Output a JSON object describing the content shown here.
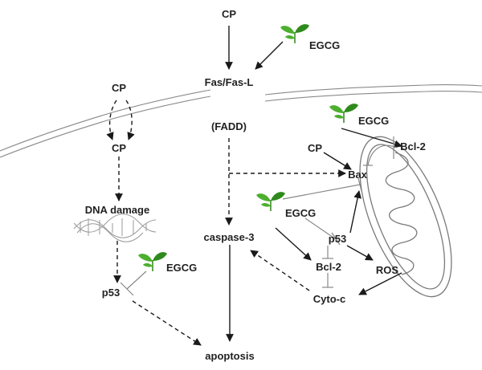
{
  "nodes": {
    "cp_top": "CP",
    "egcg_top": "EGCG",
    "fas": "Fas/Fas-L",
    "fadd": "(FADD)",
    "cp_outside": "CP",
    "cp_inside": "CP",
    "dna_damage": "DNA damage",
    "egcg_left": "EGCG",
    "p53_left": "p53",
    "caspase3": "caspase-3",
    "apoptosis": "apoptosis",
    "egcg_right_top": "EGCG",
    "bcl2_top": "Bcl-2",
    "cp_right": "CP",
    "bax": "Bax",
    "egcg_mid": "EGCG",
    "p53_right": "p53",
    "bcl2_bottom": "Bcl-2",
    "ros": "ROS",
    "cyto_c": "Cyto-c"
  },
  "icons": {
    "egcg": "green-sprout-icon",
    "mitochondrion": "mitochondrion-icon",
    "dna": "dna-helix-icon"
  },
  "colors": {
    "leaf": "#4caf2e",
    "text": "#222222",
    "arrow": "#1a1a1a",
    "membrane": "#8a8a8a"
  }
}
